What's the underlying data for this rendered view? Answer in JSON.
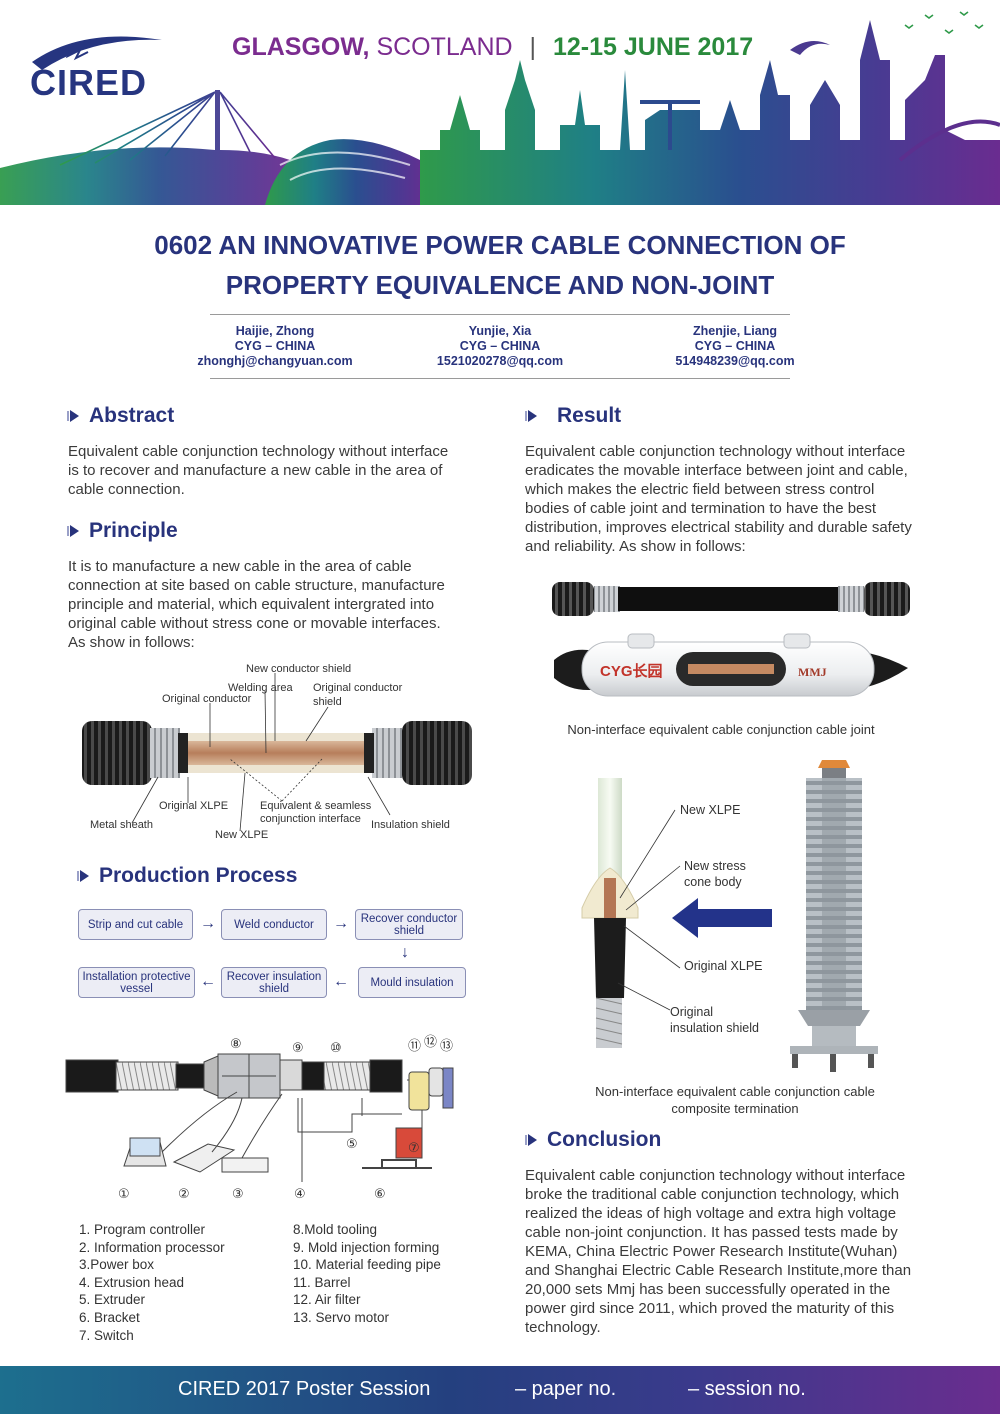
{
  "header": {
    "logo_text": "CIRED",
    "city": "GLASGOW,",
    "country": "SCOTLAND",
    "separator": "|",
    "date": "12-15 JUNE 2017",
    "colors": {
      "green": "#2a8a3c",
      "purple": "#7b2c8f",
      "navy": "#28337c"
    }
  },
  "title": {
    "line1": "0602 AN INNOVATIVE POWER CABLE CONNECTION OF",
    "line2": "PROPERTY EQUIVALENCE AND NON-JOINT"
  },
  "authors": [
    {
      "name": "Haijie, Zhong",
      "affiliation": "CYG – CHINA",
      "email": "zhonghj@changyuan.com"
    },
    {
      "name": "Yunjie, Xia",
      "affiliation": "CYG – CHINA",
      "email": "1521020278@qq.com"
    },
    {
      "name": "Zhenjie, Liang",
      "affiliation": "CYG – CHINA",
      "email": "514948239@qq.com"
    }
  ],
  "abstract": {
    "heading": "Abstract",
    "lines": [
      "Equivalent cable conjunction technology without interface",
      "is to recover and manufacture a new cable in the area of",
      "cable connection."
    ]
  },
  "principle": {
    "heading": "Principle",
    "lines": [
      "It is to manufacture a new cable in the area of cable",
      "connection at site based on cable structure, manufacture",
      "principle and material, which equivalent intergrated into",
      "original cable without stress cone or movable interfaces.",
      "As show in follows:"
    ],
    "figure_labels": {
      "new_conductor_shield": "New conductor shield",
      "welding_area": "Welding area",
      "original_conductor": "Original conductor",
      "original_conductor_shield_1": "Original conductor",
      "original_conductor_shield_2": "shield",
      "original_xlpe": "Original XLPE",
      "equivalent_1": "Equivalent & seamless",
      "equivalent_2": "conjunction interface",
      "metal_sheath": "Metal sheath",
      "new_xlpe": "New XLPE",
      "insulation_shield": "Insulation shield"
    }
  },
  "production": {
    "heading": "Production Process",
    "steps": {
      "strip": "Strip and cut cable",
      "weld": "Weld conductor",
      "recover_cond_1": "Recover conductor",
      "recover_cond_2": "shield",
      "mould": "Mould insulation",
      "recover_ins_1": "Recover insulation",
      "recover_ins_2": "shield",
      "install_1": "Installation protective",
      "install_2": "vessel"
    },
    "markers": [
      "①",
      "②",
      "③",
      "④",
      "⑤",
      "⑥",
      "⑦",
      "⑧",
      "⑨",
      "⑩",
      "⑪",
      "⑫",
      "⑬"
    ],
    "legend_left": [
      "1. Program controller",
      "2. Information processor",
      "3.Power box",
      "4. Extrusion head",
      "5. Extruder",
      "6. Bracket",
      "7. Switch"
    ],
    "legend_right": [
      "8.Mold tooling",
      "9. Mold injection forming",
      "10. Material feeding pipe",
      "11. Barrel",
      "12. Air filter",
      "13. Servo motor"
    ]
  },
  "result": {
    "heading": "Result",
    "lines": [
      "Equivalent cable conjunction technology without interface",
      "eradicates the movable interface between joint and cable,",
      "which makes the electric field between stress control",
      "bodies of cable joint and termination to have the best",
      "distribution, improves electrical stability and durable safety",
      "and reliability. As show in follows:"
    ],
    "joint_brand_1": "CYG长园",
    "joint_brand_2": "MMJ",
    "caption1": "Non-interface equivalent cable conjunction cable joint",
    "term_labels": {
      "new_xlpe": "New XLPE",
      "new_stress_1": "New stress",
      "new_stress_2": "cone body",
      "original_xlpe": "Original XLPE",
      "orig_ins_1": "Original",
      "orig_ins_2": "insulation shield"
    },
    "caption2_line1": "Non-interface equivalent cable conjunction cable",
    "caption2_line2": "composite termination"
  },
  "conclusion": {
    "heading": "Conclusion",
    "lines": [
      "Equivalent cable conjunction technology without interface",
      "broke the traditional cable conjunction technology, which",
      "realized the ideas of high voltage and extra high voltage",
      "cable non-joint conjunction. It has passed tests made by",
      "KEMA, China Electric Power Research Institute(Wuhan)",
      "and Shanghai Electric Cable Research Institute,more than",
      "20,000 sets Mmj has been successfully operated in the",
      "power gird since 2011, which proved the maturity of this",
      "technology."
    ]
  },
  "footer": {
    "session": "CIRED 2017 Poster Session",
    "paper": "– paper no.",
    "session_no": "– session no."
  }
}
